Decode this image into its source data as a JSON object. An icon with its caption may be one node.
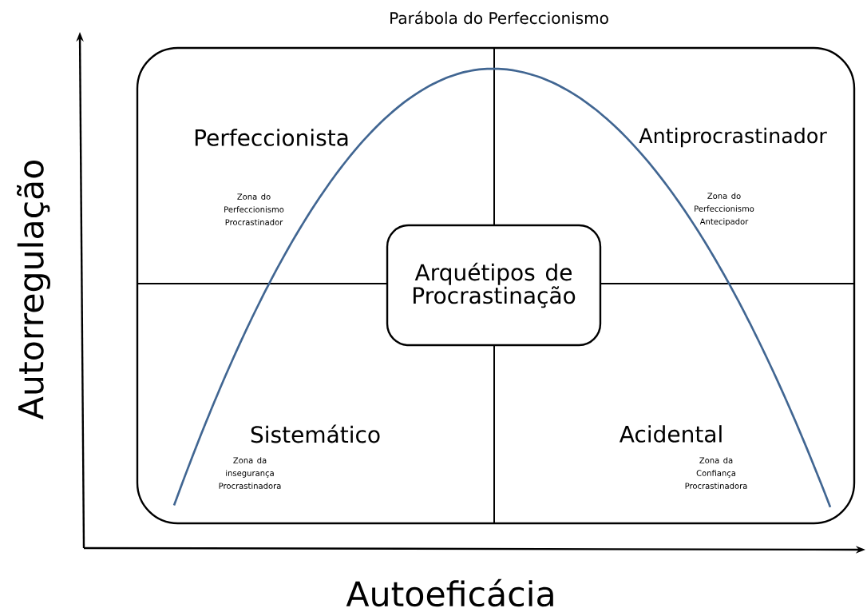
{
  "diagram": {
    "title": "Parábola do Perfeccionismo",
    "nodes": [
      {
        "text": [],
        "shape": "box"
      },
      {
        "text": [
          "Arquétipos de Procrastinação"
        ],
        "in": 0
      }
    ],
    "edges": [],
    "labels": [
      "Perfeccionista",
      "Antiprocrastinador",
      "Zona do Perfeccionismo Procrastinador",
      "Zona do Perfeccionismo Antecipador",
      "Sistemático",
      "Acidental",
      "Zona da insegurança Procrastinadora",
      "Zona da Confiança Procrastinadora",
      "Autorregulação",
      "Autoeficácia"
    ]
  }
}
